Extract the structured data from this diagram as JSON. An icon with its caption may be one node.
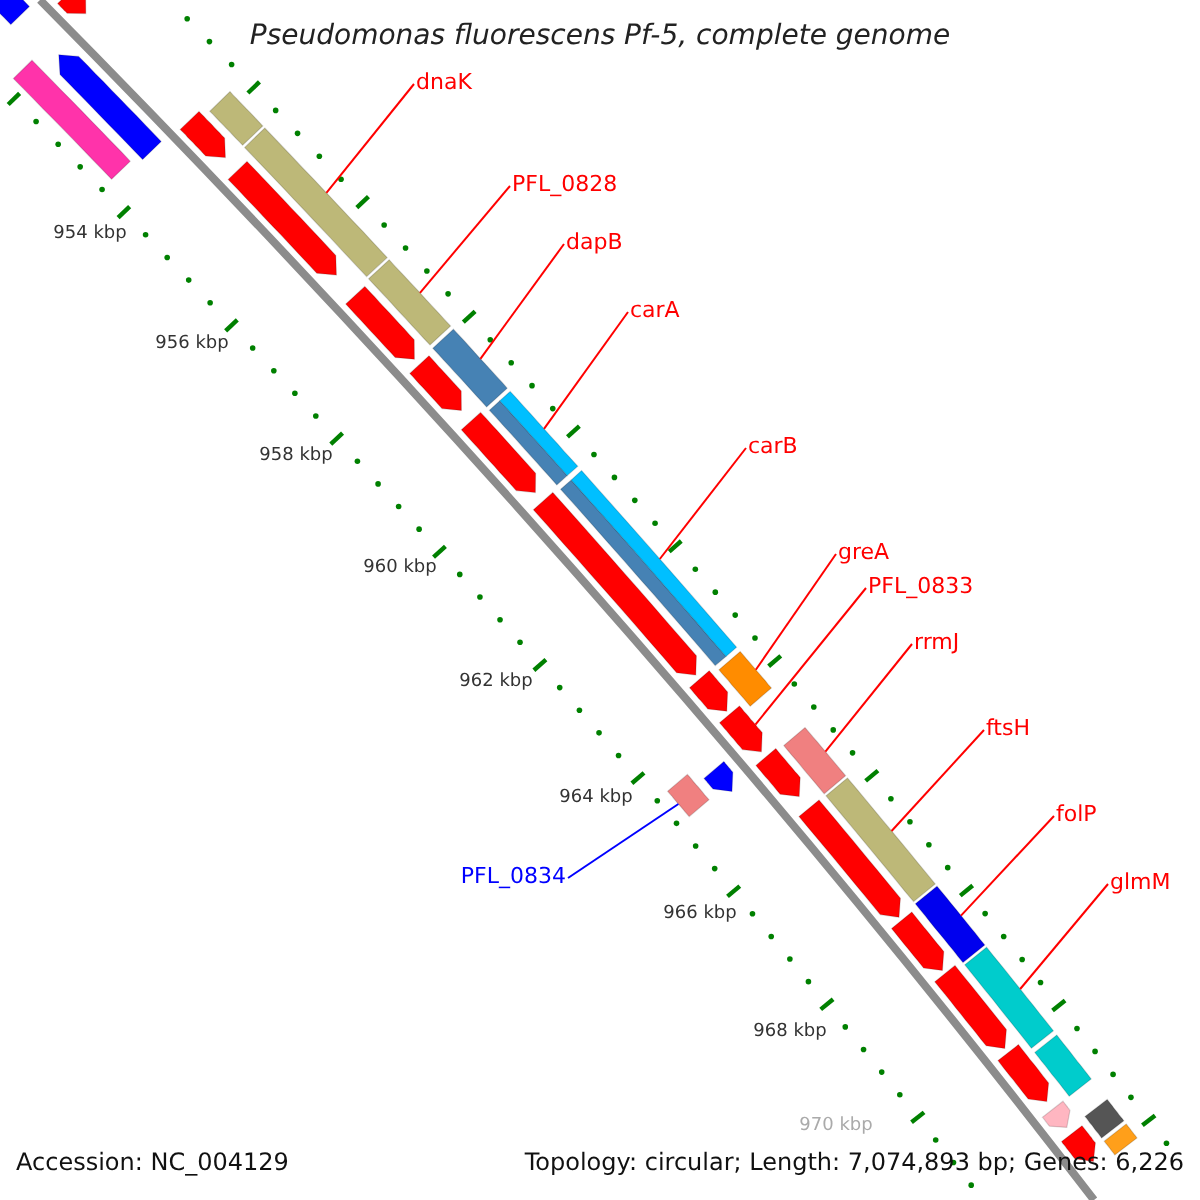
{
  "diagram": {
    "title": "Pseudomonas fluorescens Pf-5, complete genome",
    "nodes": [
      {
        "text": [
          "dnaK"
        ]
      },
      {
        "text": [
          "PFL_0828"
        ]
      },
      {
        "text": [
          "dapB"
        ]
      },
      {
        "text": [
          "carA"
        ]
      },
      {
        "text": [
          "carB"
        ]
      },
      {
        "text": [
          "greA"
        ]
      },
      {
        "text": [
          "PFL_0833"
        ]
      },
      {
        "text": [
          "rrmJ"
        ]
      },
      {
        "text": [
          "ftsH"
        ]
      },
      {
        "text": [
          "folP"
        ]
      },
      {
        "text": [
          "glmM"
        ]
      },
      {
        "text": [
          "PFL_0834"
        ]
      },
      {
        "text": [],
        "shape": "bar"
      },
      {
        "text": [],
        "shape": "bar"
      },
      {
        "text": [],
        "shape": "bar"
      },
      {
        "text": [],
        "shape": "bar"
      },
      {
        "text": [],
        "shape": "bar"
      },
      {
        "text": [],
        "shape": "bar"
      },
      {
        "text": [],
        "shape": "arrow"
      },
      {
        "text": [],
        "shape": "bar"
      },
      {
        "text": [],
        "shape": "bar"
      },
      {
        "text": [],
        "shape": "bar"
      },
      {
        "text": [],
        "shape": "bar"
      },
      {
        "text": [],
        "shape": "bar"
      },
      {
        "text": [],
        "shape": "arrow"
      },
      {
        "text": [],
        "shape": "arrow"
      },
      {
        "text": [],
        "shape": "arrow"
      },
      {
        "text": [],
        "shape": "arrow"
      },
      {
        "text": [],
        "shape": "arrow"
      },
      {
        "text": [],
        "shape": "arrow"
      },
      {
        "text": [],
        "shape": "arrow"
      },
      {
        "text": [],
        "shape": "arrow"
      },
      {
        "text": [],
        "shape": "arrow"
      },
      {
        "text": [],
        "shape": "arrow"
      },
      {
        "text": [],
        "shape": "arrow"
      },
      {
        "text": [],
        "shape": "arrow"
      },
      {
        "text": [],
        "shape": "arrow"
      },
      {
        "text": [],
        "shape": "arrow"
      },
      {
        "text": [],
        "shape": "arrow"
      },
      {
        "text": [],
        "shape": "bar"
      },
      {
        "text": [],
        "shape": "bar"
      },
      {
        "text": [],
        "shape": "bar"
      },
      {
        "text": [],
        "shape": "bar"
      },
      {
        "text": [],
        "shape": "arrow"
      },
      {
        "text": [],
        "shape": "arrow"
      },
      {
        "text": [],
        "shape": "bar"
      },
      {
        "text": [],
        "shape": "arrow"
      }
    ],
    "edges": [
      {
        "from": 0,
        "to": 12,
        "arrow": "none"
      },
      {
        "from": 1,
        "to": 13,
        "arrow": "none"
      },
      {
        "from": 2,
        "to": 14,
        "arrow": "none"
      },
      {
        "from": 3,
        "to": 15,
        "arrow": "none"
      },
      {
        "from": 4,
        "to": 16,
        "arrow": "none"
      },
      {
        "from": 5,
        "to": 17,
        "arrow": "none"
      },
      {
        "from": 6,
        "to": 18,
        "arrow": "none"
      },
      {
        "from": 7,
        "to": 19,
        "arrow": "none"
      },
      {
        "from": 8,
        "to": 20,
        "arrow": "none"
      },
      {
        "from": 9,
        "to": 21,
        "arrow": "none"
      },
      {
        "from": 10,
        "to": 22,
        "arrow": "none"
      },
      {
        "from": 11,
        "to": 23,
        "arrow": "none",
        "color": "#0000ff"
      }
    ],
    "labels": [
      "954 kbp",
      "956 kbp",
      "958 kbp",
      "960 kbp",
      "962 kbp",
      "964 kbp",
      "966 kbp",
      "968 kbp",
      "970 kbp",
      "Accession: NC_004129",
      "Topology: circular; Length: 7,074,893 bp; Genes: 6,226"
    ]
  }
}
